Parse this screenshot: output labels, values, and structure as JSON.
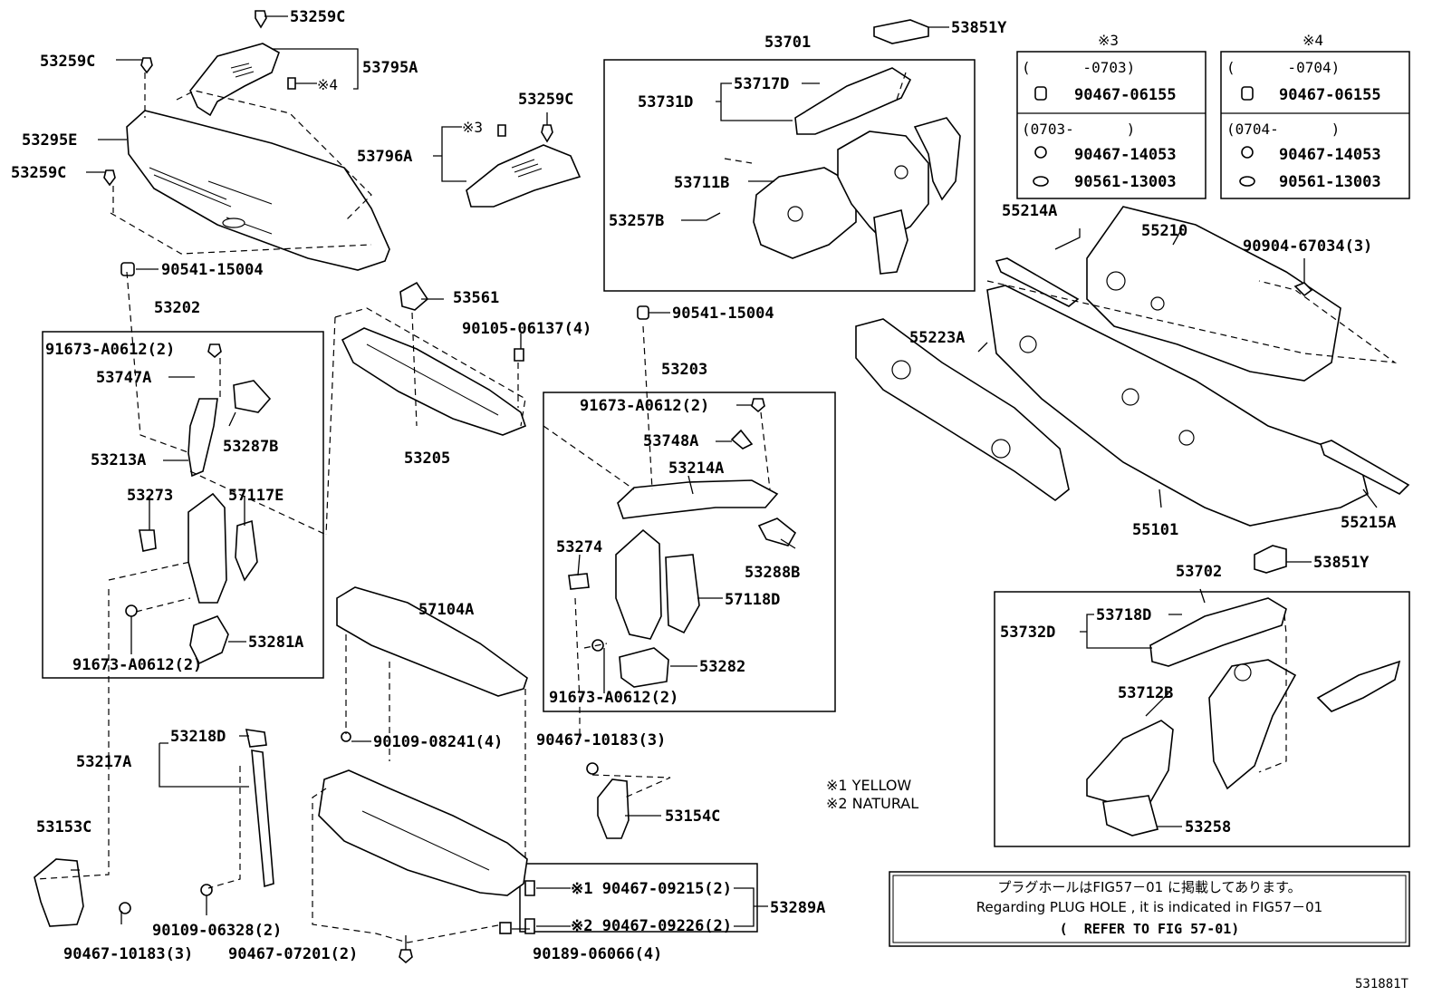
{
  "labels": {
    "p53259c_a": "53259C",
    "p53259c_b": "53259C",
    "p53259c_c": "53259C",
    "p53259c_d": "53259C",
    "p53795a": "53795A",
    "note4_a": "※4",
    "p53295e": "53295E",
    "p53796a": "53796A",
    "note3_a": "※3",
    "p53701": "53701",
    "p53851y_a": "53851Y",
    "p53717d": "53717D",
    "p53731d": "53731D",
    "p53711b": "53711B",
    "p53257b": "53257B",
    "p90541_15004_a": "90541-15004",
    "p90541_15004_b": "90541-15004",
    "p53202": "53202",
    "p91673_a0612_a": "91673-A0612(2)",
    "p91673_a0612_b": "91673-A0612(2)",
    "p91673_a0612_c": "91673-A0612(2)",
    "p91673_a0612_d": "91673-A0612(2)",
    "p53747a": "53747A",
    "p53213a": "53213A",
    "p53287b": "53287B",
    "p53273": "53273",
    "p57117e": "57117E",
    "p53281a": "53281A",
    "p53561": "53561",
    "p90105_06137": "90105-06137(4)",
    "p53205": "53205",
    "p53203": "53203",
    "p53748a": "53748A",
    "p53214a": "53214A",
    "p53274": "53274",
    "p53288b": "53288B",
    "p57118d": "57118D",
    "p53282": "53282",
    "p57104a": "57104A",
    "p90109_08241": "90109-08241(4)",
    "p90467_10183_a": "90467-10183(3)",
    "p90467_10183_b": "90467-10183(3)",
    "p53154c": "53154C",
    "p53218d": "53218D",
    "p53217a": "53217A",
    "p53153c": "53153C",
    "p90109_06328": "90109-06328(2)",
    "p90467_07201": "90467-07201(2)",
    "p90467_09215": "※1 90467-09215(2)",
    "p90467_09226": "※2 90467-09226(2)",
    "p90189_06066": "90189-06066(4)",
    "p53289a": "53289A",
    "p55214a": "55214A",
    "p55210": "55210",
    "p90904_67034": "90904-67034(3)",
    "p55223a": "55223A",
    "p55101": "55101",
    "p55215a": "55215A",
    "p53702": "53702",
    "p53851y_b": "53851Y",
    "p53718d": "53718D",
    "p53732d": "53732D",
    "p53712b": "53712B",
    "p53258": "53258"
  },
  "legend_colors": {
    "yellow": "※1 YELLOW",
    "natural": "※2 NATURAL"
  },
  "table3": {
    "header": "※3",
    "row1_range": "(      -0703)",
    "row1_part": "90467-06155",
    "row2_range": "(0703-      )",
    "row2_part_a": "90467-14053",
    "row2_part_b": "90561-13003"
  },
  "table4": {
    "header": "※4",
    "row1_range": "(      -0704)",
    "row1_part": "90467-06155",
    "row2_range": "(0704-      )",
    "row2_part_a": "90467-14053",
    "row2_part_b": "90561-13003"
  },
  "plug_note": {
    "line1": "プラグホールはFIG57－01 に掲載してあります。",
    "line2": "Regarding PLUG HOLE , it is indicated in FIG57－01",
    "line3": "(  REFER TO FIG 57-01)"
  },
  "figure_id": "531881T"
}
